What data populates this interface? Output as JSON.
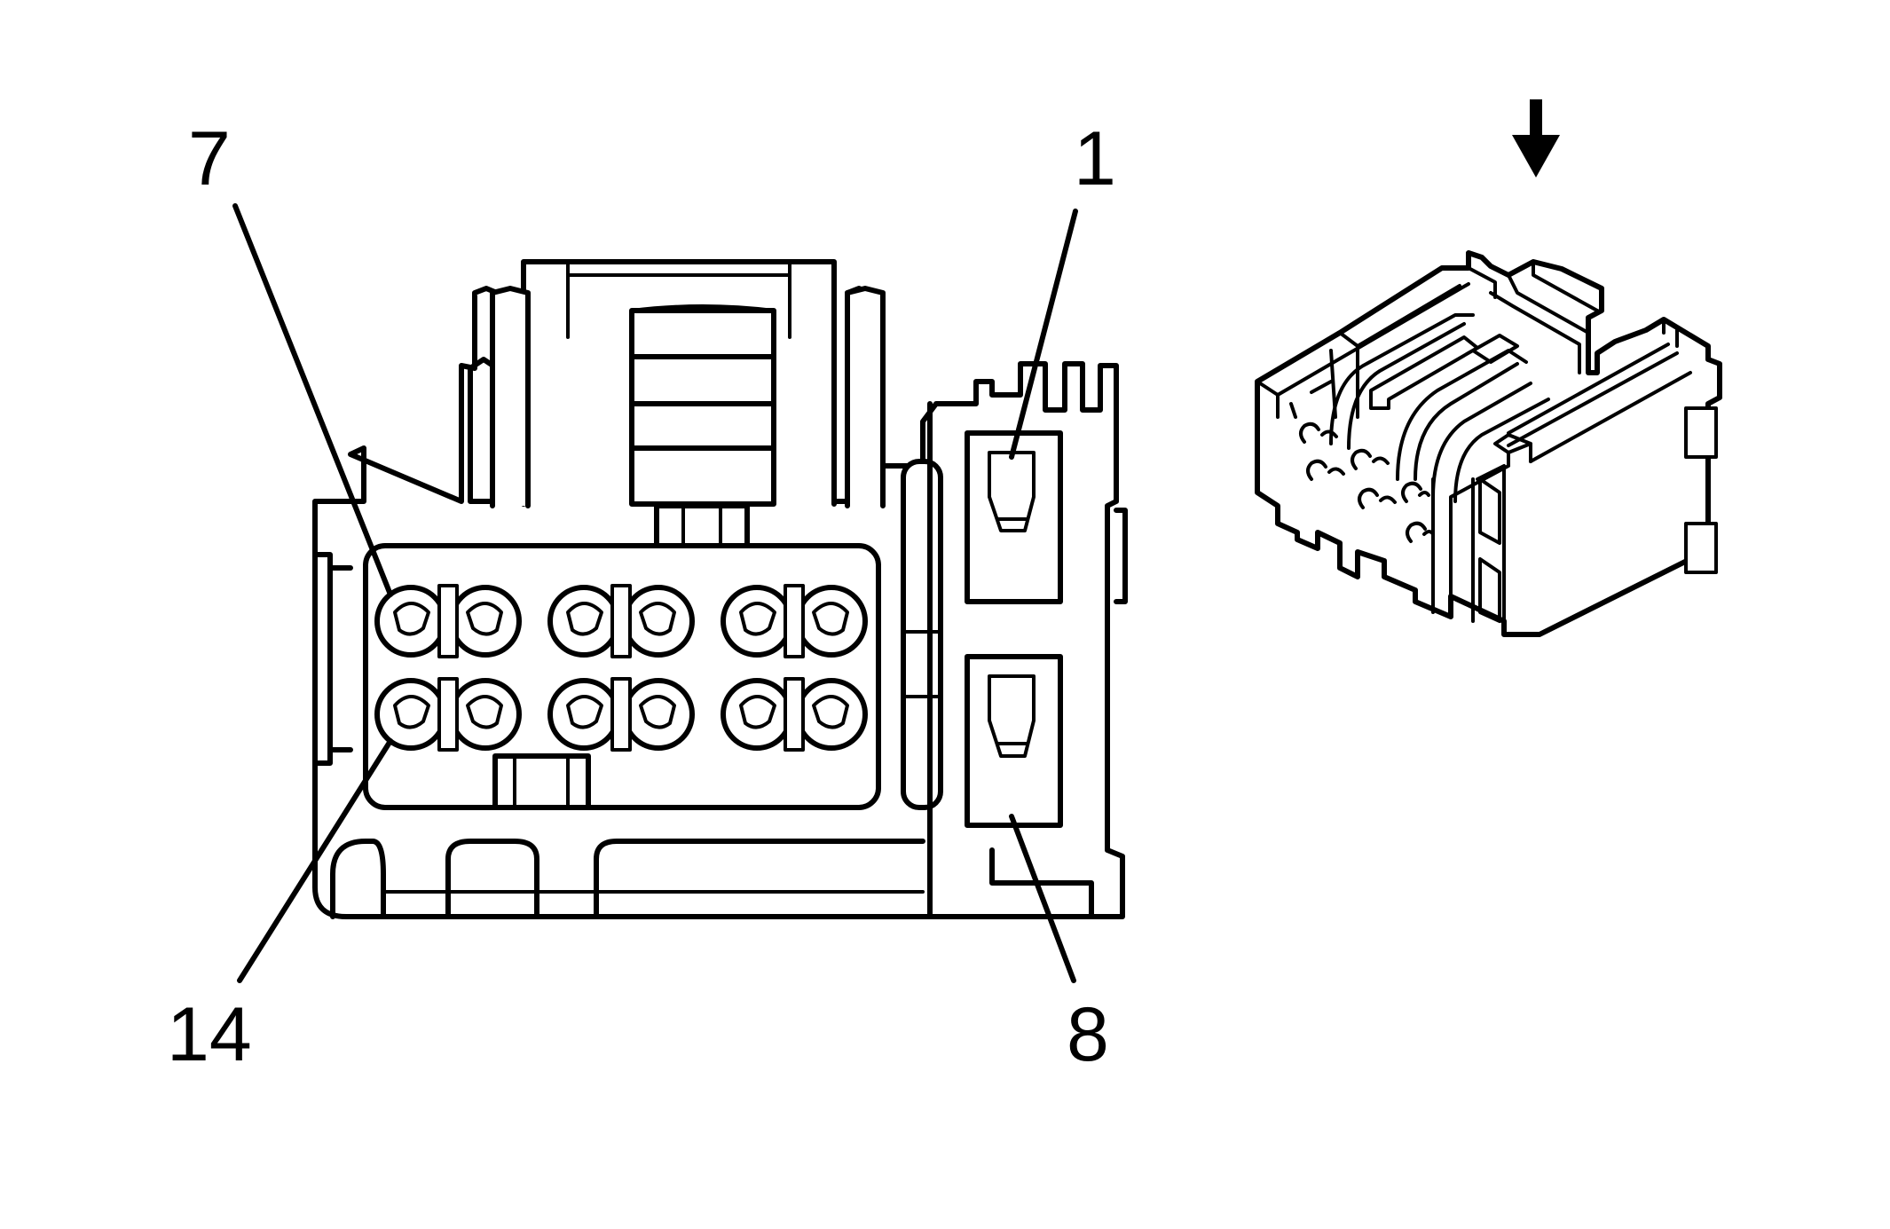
{
  "pin_labels": {
    "top_left": "7",
    "top_right": "1",
    "bottom_left": "14",
    "bottom_right": "8"
  },
  "icons": {
    "view_arrow": "arrow-down-icon"
  },
  "colors": {
    "line": "#000000",
    "background": "#ffffff"
  }
}
